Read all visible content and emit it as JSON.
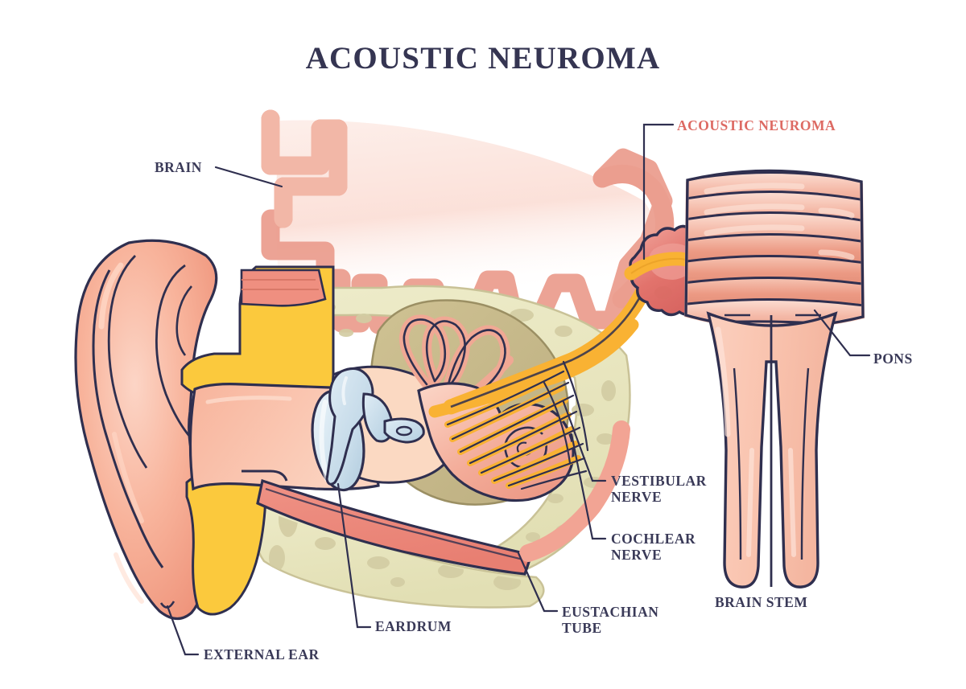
{
  "title": "ACOUSTIC NEUROMA",
  "colors": {
    "label_text": "#3a3a58",
    "title_text": "#353552",
    "accent_red": "#dd6a63",
    "outline": "#2f2f4f",
    "skin": "#f7a88c",
    "skin_light": "#fbc8b6",
    "bone": "#e8e5c0",
    "bone_speckle": "#d3cda3",
    "tumor": "#e2736c",
    "nerve_yellow": "#f9b233",
    "cartilage_yellow": "#fbc93d",
    "ossicle_blue": "#c3d9e8",
    "eardrum_blue": "#cfe2ee",
    "eustachian_red": "#ea8278",
    "inner_ear_tan": "#c7b98b",
    "background": "#ffffff"
  },
  "labels": [
    {
      "id": "brain",
      "text": "BRAIN",
      "color": "#3a3a58",
      "leader": true
    },
    {
      "id": "tumor",
      "text": "ACOUSTIC NEUROMA",
      "color": "#dd6a63",
      "leader": true
    },
    {
      "id": "pons",
      "text": "PONS",
      "color": "#3a3a58",
      "leader": true
    },
    {
      "id": "vestibular",
      "text": "VESTIBULAR\nNERVE",
      "color": "#3a3a58",
      "leader": true
    },
    {
      "id": "cochlear",
      "text": "COCHLEAR\nNERVE",
      "color": "#3a3a58",
      "leader": true
    },
    {
      "id": "eustachian",
      "text": "EUSTACHIAN\nTUBE",
      "color": "#3a3a58",
      "leader": true
    },
    {
      "id": "external_ear",
      "text": "EXTERNAL EAR",
      "color": "#3a3a58",
      "leader": true
    },
    {
      "id": "eardrum",
      "text": "EARDRUM",
      "color": "#3a3a58",
      "leader": true
    },
    {
      "id": "brain_stem",
      "text": "BRAIN STEM",
      "color": "#3a3a58",
      "leader": false
    }
  ],
  "diagram": {
    "subject": "cross-section of human ear with acoustic neuroma on vestibulocochlear nerve",
    "structures": [
      "brain",
      "acoustic neuroma tumor",
      "pons",
      "brain stem",
      "vestibular nerve",
      "cochlear nerve",
      "cochlea",
      "semicircular canals",
      "eardrum",
      "ossicles",
      "external ear",
      "ear canal",
      "eustachian tube",
      "temporal bone"
    ]
  }
}
